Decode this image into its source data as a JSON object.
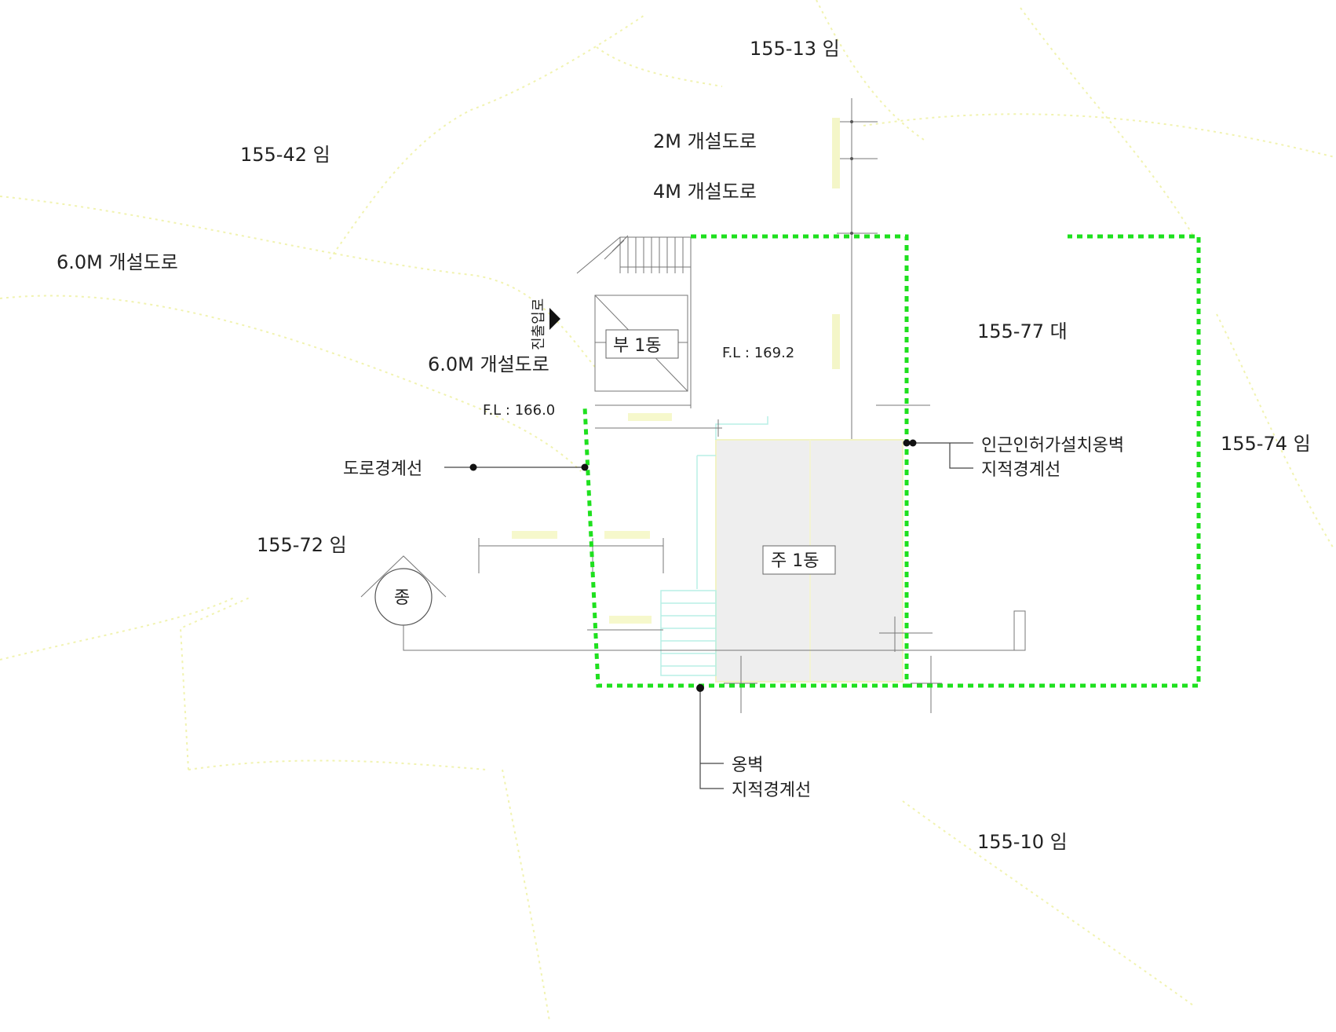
{
  "colors": {
    "boundary": "#1ee01e",
    "building_fill": "#eeeeee",
    "contour": "#f1f3b0",
    "line": "#777777",
    "background": "#ffffff"
  },
  "lots": {
    "n": "155-13 임",
    "nw": "155-42 임",
    "w": "155-72 임",
    "site": "155-77 대",
    "e": "155-74 임",
    "s": "155-10 임"
  },
  "roads": {
    "r2m": "2M 개설도로",
    "r4m": "4M 개설도로",
    "r6m_left": "6.0M 개설도로",
    "r6m_mid": "6.0M 개설도로"
  },
  "buildings": {
    "annex": "부 1동",
    "main": "주 1동",
    "septic": "종"
  },
  "levels": {
    "fl_upper": "F.L : 169.2",
    "fl_lower": "F.L : 166.0"
  },
  "entrance": "진출입로",
  "callouts": {
    "road_boundary": "도로경계선",
    "nearby_wall": "인근인허가설치옹벽",
    "cadastral_1": "지적경계선",
    "retaining_wall": "옹벽",
    "cadastral_2": "지적경계선"
  }
}
